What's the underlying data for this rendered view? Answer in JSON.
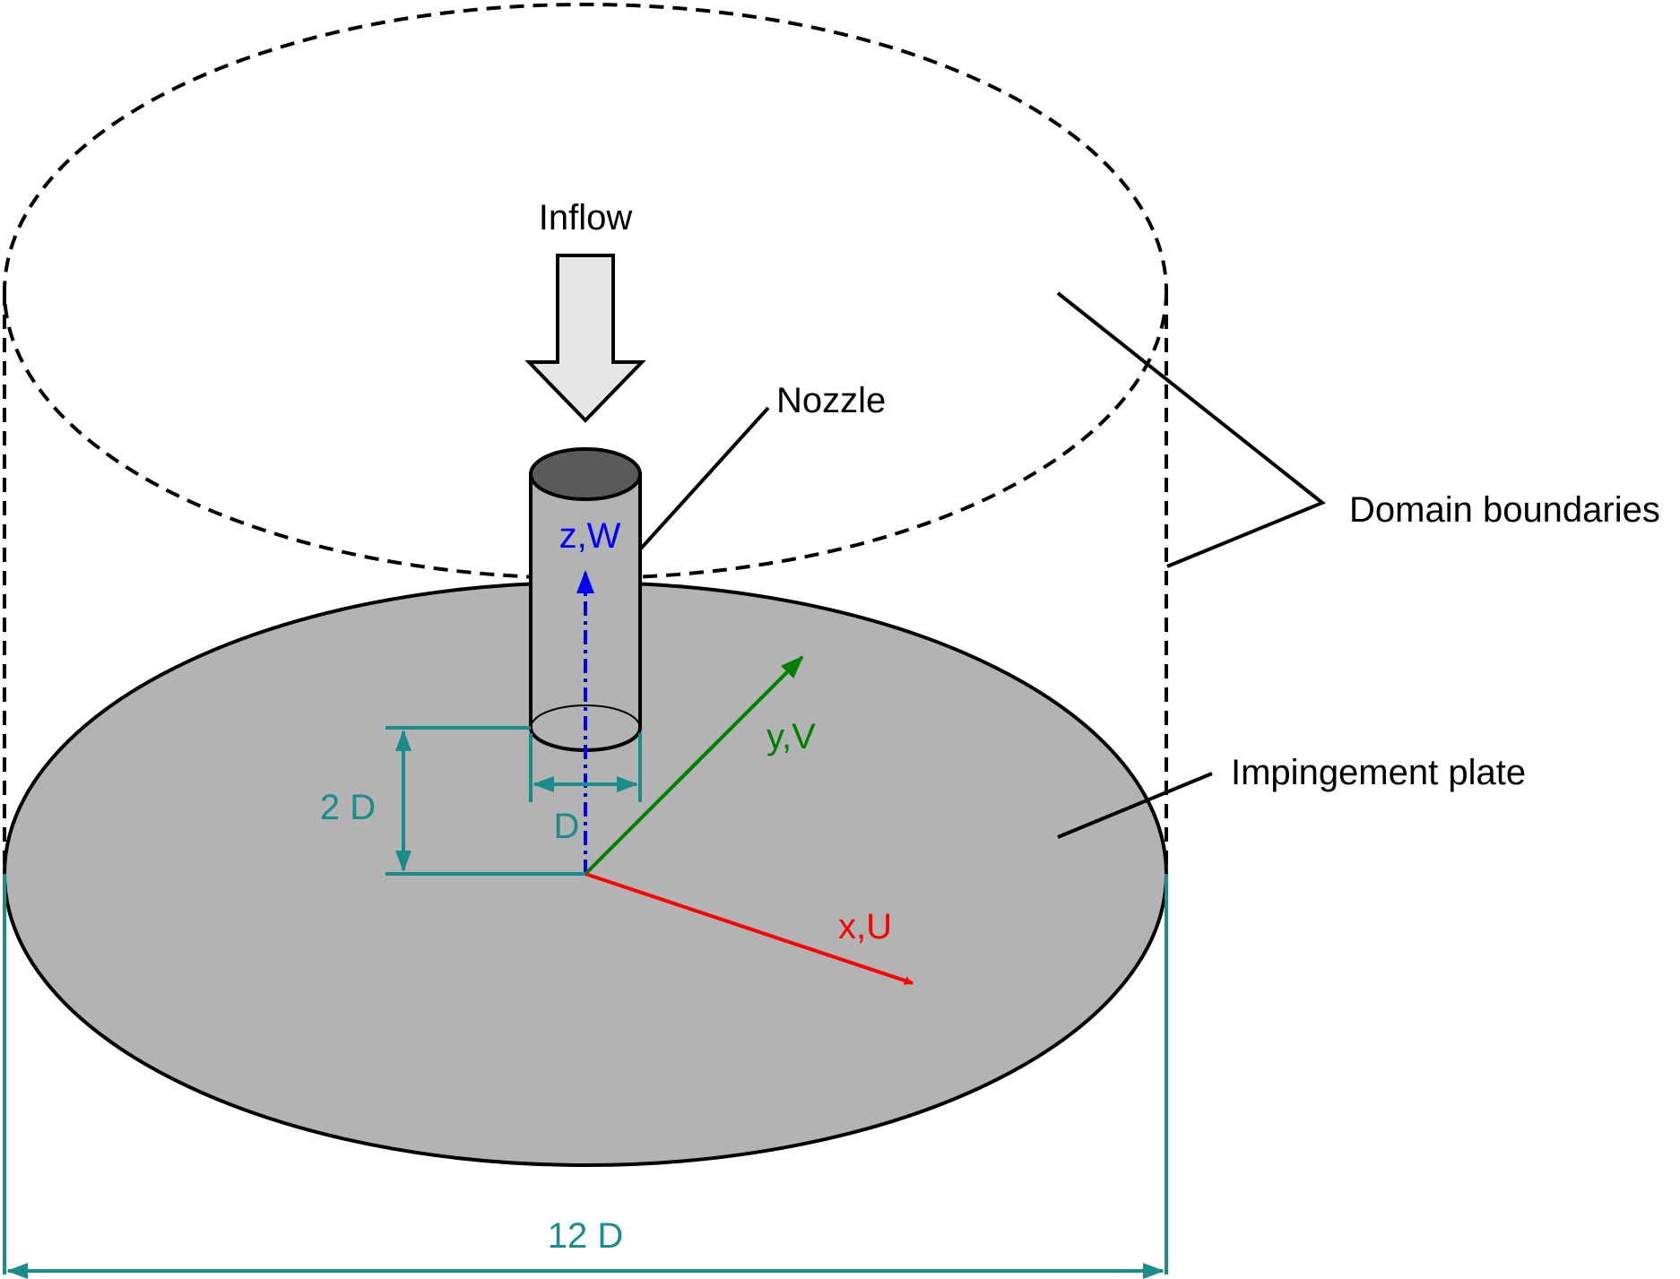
{
  "labels": {
    "inflow": "Inflow",
    "nozzle": "Nozzle",
    "domain_boundaries": "Domain boundaries",
    "impingement_plate": "Impingement plate",
    "z_axis": "z,W",
    "y_axis": "y,V",
    "x_axis": "x,U",
    "dim_2d": "2 D",
    "dim_d": "D",
    "dim_12d": "12 D"
  },
  "colors": {
    "plate_fill": "#b3b3b3",
    "nozzle_fill": "#b3b3b3",
    "nozzle_opening": "#5a5a5a",
    "arrow_fill": "#e6e6e6",
    "dimension": "#1a8c8c",
    "x_axis": "#ff0000",
    "y_axis": "#008000",
    "z_axis": "#0000ff",
    "outline": "#000000"
  }
}
